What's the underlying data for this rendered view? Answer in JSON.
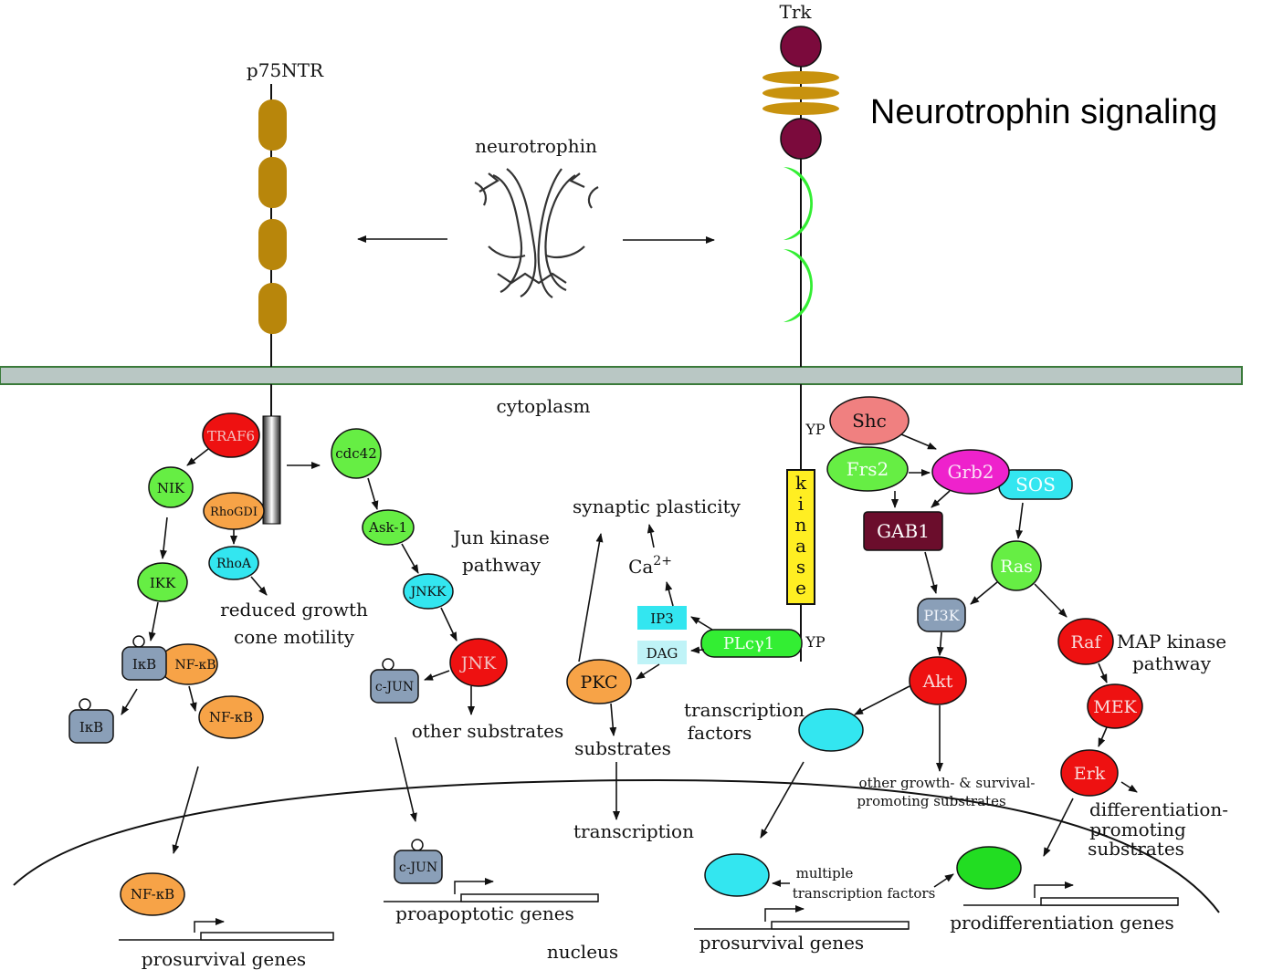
{
  "title": "Neurotrophin signaling",
  "colors": {
    "membrane": "#b9c7c4",
    "membrane_border": "#3a7a3a",
    "p75_domain": "#b8860b",
    "trk_ball": "#7b0a3c",
    "trk_stripes": "#c8920e",
    "trk_crescent": "#33ee33",
    "kinase": "#ffee22",
    "red": "#ee1111",
    "green": "#66ee44",
    "orange": "#f7a347",
    "cyan": "#33e6f0",
    "slate": "#8a9fb8",
    "pink": "#f08080",
    "magenta": "#ee22cc",
    "maroon": "#6b0d2c",
    "lightcyan": "#bff3f7"
  },
  "labels": {
    "p75ntr": "p75NTR",
    "trk": "Trk",
    "neurotrophin": "neurotrophin",
    "cytoplasm": "cytoplasm",
    "nucleus": "nucleus",
    "kinase_letters": [
      "k",
      "i",
      "n",
      "a",
      "s",
      "e"
    ],
    "yp_top": "YP",
    "yp_bottom": "YP",
    "reduced_growth_1": "reduced growth",
    "reduced_growth_2": "cone motility",
    "jun_kinase_1": "Jun kinase",
    "jun_kinase_2": "pathway",
    "other_substrates": "other substrates",
    "synaptic_plasticity": "synaptic plasticity",
    "ca": "Ca",
    "ca_sup": "2+",
    "substrates": "substrates",
    "transcription": "transcription",
    "transcription_factors_1": "transcription",
    "transcription_factors_2": "factors",
    "map_kinase_1": "MAP kinase",
    "map_kinase_2": "pathway",
    "other_growth_1": "other growth- & survival-",
    "other_growth_2": "promoting substrates",
    "differentiation_1": "differentiation-",
    "differentiation_2": "promoting",
    "differentiation_3": "substrates",
    "multiple_tf_1": "multiple",
    "multiple_tf_2": "transcription factors",
    "prosurvival_genes_left": "prosurvival genes",
    "proapoptotic_genes": "proapoptotic genes",
    "prosurvival_genes_right": "prosurvival genes",
    "prodifferentiation_genes": "prodifferentiation genes"
  },
  "nodes": {
    "traf6": "TRAF6",
    "nik": "NIK",
    "rhogdi": "RhoGDI",
    "rhoa": "RhoA",
    "ikk": "IKK",
    "ikb_complex": "IκB",
    "nfkb_complex": "NF-κB",
    "ikb_free": "IκB",
    "nfkb_free": "NF-κB",
    "nfkb_nucleus": "NF-κB",
    "cdc42": "cdc42",
    "ask1": "Ask-1",
    "jnkk": "JNKK",
    "jnk": "JNK",
    "cjun": "c-JUN",
    "cjun_nucleus": "c-JUN",
    "ip3": "IP3",
    "dag": "DAG",
    "plcg": "PLcγ1",
    "pkc": "PKC",
    "shc": "Shc",
    "frs2": "Frs2",
    "grb2": "Grb2",
    "sos": "SOS",
    "gab1": "GAB1",
    "ras": "Ras",
    "pi3k": "PI3K",
    "akt": "Akt",
    "raf": "Raf",
    "mek": "MEK",
    "erk": "Erk"
  }
}
